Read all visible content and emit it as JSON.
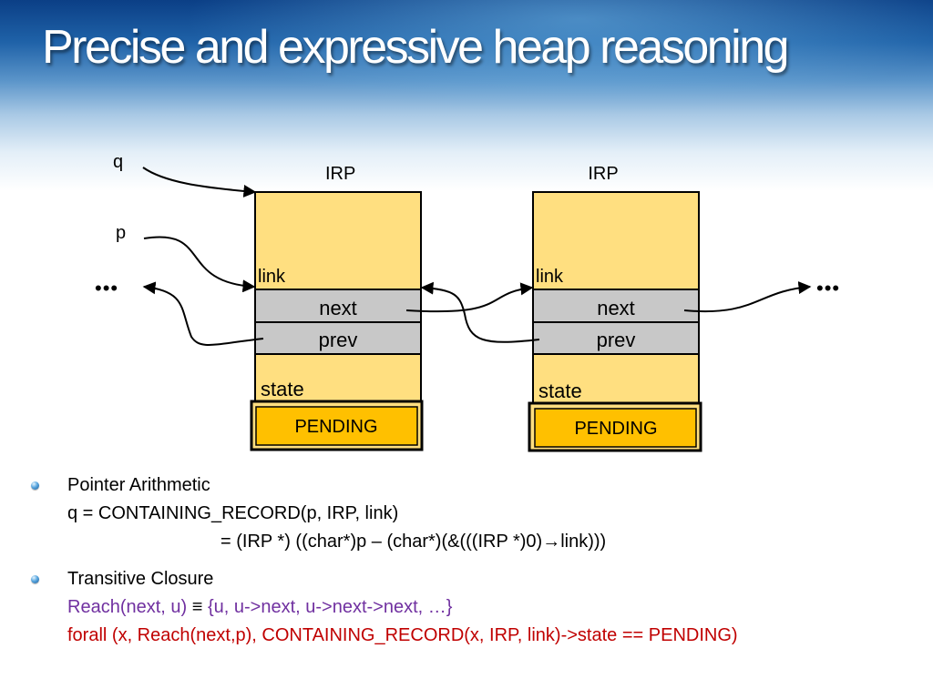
{
  "title": "Precise and expressive heap reasoning",
  "diagram": {
    "pointer_q": "q",
    "pointer_p": "p",
    "ellipsis_left": "•••",
    "ellipsis_right": "•••",
    "records": [
      {
        "type_label": "IRP",
        "link_label": "link",
        "next_label": "next",
        "prev_label": "prev",
        "state_label": "state",
        "state_value": "PENDING"
      },
      {
        "type_label": "IRP",
        "link_label": "link",
        "next_label": "next",
        "prev_label": "prev",
        "state_label": "state",
        "state_value": "PENDING"
      }
    ],
    "colors": {
      "record_fill": "#ffdf80",
      "field_fill": "#c8c8c8",
      "state_fill": "#ffc000",
      "text_dark": "#000000"
    }
  },
  "bullets": [
    {
      "heading": "Pointer Arithmetic",
      "line1": "q  = CONTAINING_RECORD(p, IRP, link)",
      "line2_a": "= (IRP *) ((char*)p – (char*)(&(((IRP *)0)",
      "line2_arrow": "→",
      "line2_b": "link)))"
    },
    {
      "heading": "Transitive Closure",
      "reach_a": "Reach(next, u) ",
      "reach_equiv": "≡",
      "reach_b": "  {u, u->next, u->next->next, …}",
      "forall": "forall (x, Reach(next,p), CONTAINING_RECORD(x, IRP, link)->state == PENDING)"
    }
  ],
  "bullet_colors": {
    "purple": "#7030a0",
    "red": "#c00000"
  }
}
